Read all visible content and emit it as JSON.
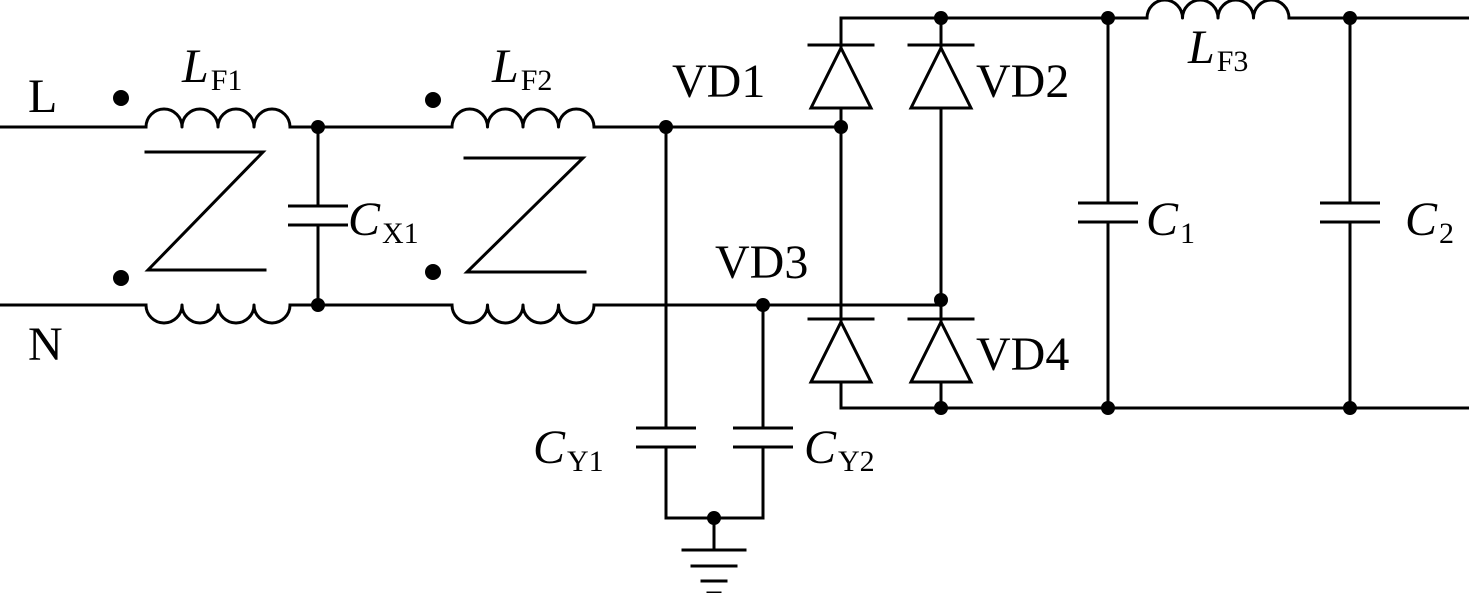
{
  "terminals": {
    "line": "L",
    "neutral": "N"
  },
  "inductors": [
    {
      "sym": "L",
      "sub": "F1"
    },
    {
      "sym": "L",
      "sub": "F2"
    },
    {
      "sym": "L",
      "sub": "F3"
    }
  ],
  "capacitors": {
    "cx1": {
      "sym": "C",
      "sub": "X1"
    },
    "cy1": {
      "sym": "C",
      "sub": "Y1"
    },
    "cy2": {
      "sym": "C",
      "sub": "Y2"
    },
    "c1": {
      "sym": "C",
      "sub": "1"
    },
    "c2": {
      "sym": "C",
      "sub": "2"
    }
  },
  "diodes": [
    "VD1",
    "VD2",
    "VD3",
    "VD4"
  ]
}
